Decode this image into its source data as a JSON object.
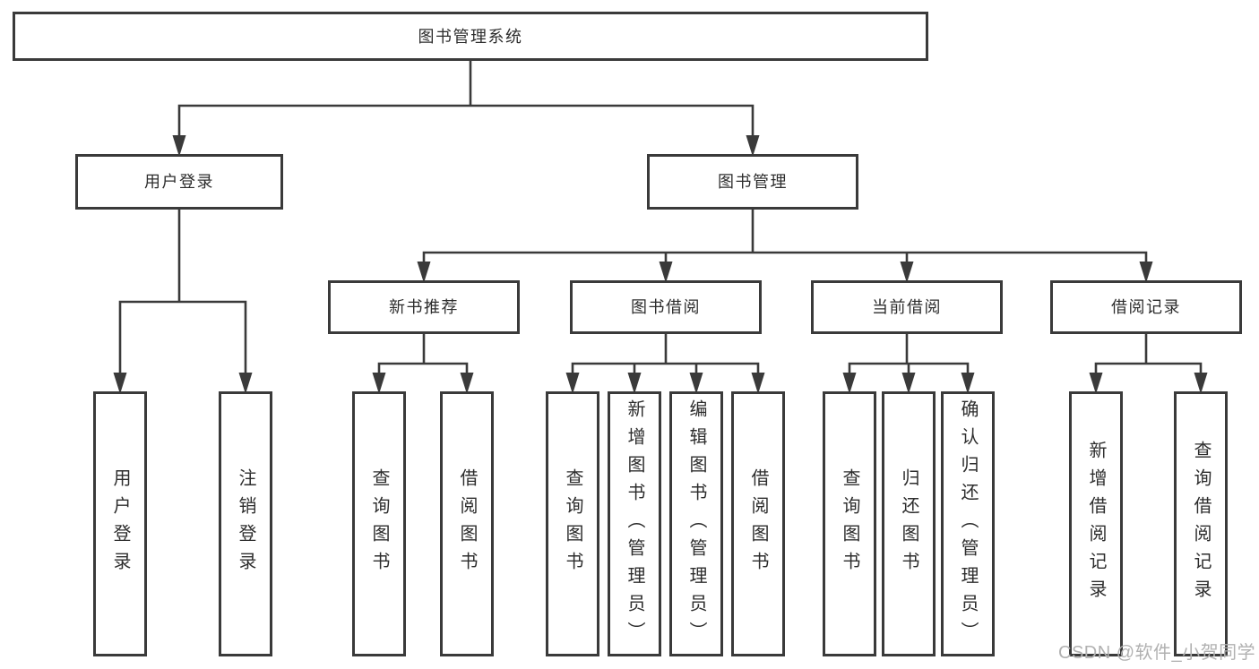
{
  "colors": {
    "line": "#3a3a3a",
    "box_border": "#3a3a3a",
    "text": "#2d2d2d",
    "watermark": "#b1b1b1",
    "background": "#ffffff"
  },
  "tree": {
    "label": "图书管理系统",
    "children": [
      {
        "label": "用户登录",
        "children": [
          {
            "label": "用户登录"
          },
          {
            "label": "注销登录"
          }
        ]
      },
      {
        "label": "图书管理",
        "children": [
          {
            "label": "新书推荐",
            "children": [
              {
                "label": "查询图书"
              },
              {
                "label": "借阅图书"
              }
            ]
          },
          {
            "label": "图书借阅",
            "children": [
              {
                "label": "查询图书"
              },
              {
                "label": "新增图书（管理员）"
              },
              {
                "label": "编辑图书（管理员）"
              },
              {
                "label": "借阅图书"
              }
            ]
          },
          {
            "label": "当前借阅",
            "children": [
              {
                "label": "查询图书"
              },
              {
                "label": "归还图书"
              },
              {
                "label": "确认归还（管理员）"
              }
            ]
          },
          {
            "label": "借阅记录",
            "children": [
              {
                "label": "新增借阅记录"
              },
              {
                "label": "查询借阅记录"
              }
            ]
          }
        ]
      }
    ]
  },
  "watermark": {
    "text": "CSDN @软件_小贺同学"
  }
}
